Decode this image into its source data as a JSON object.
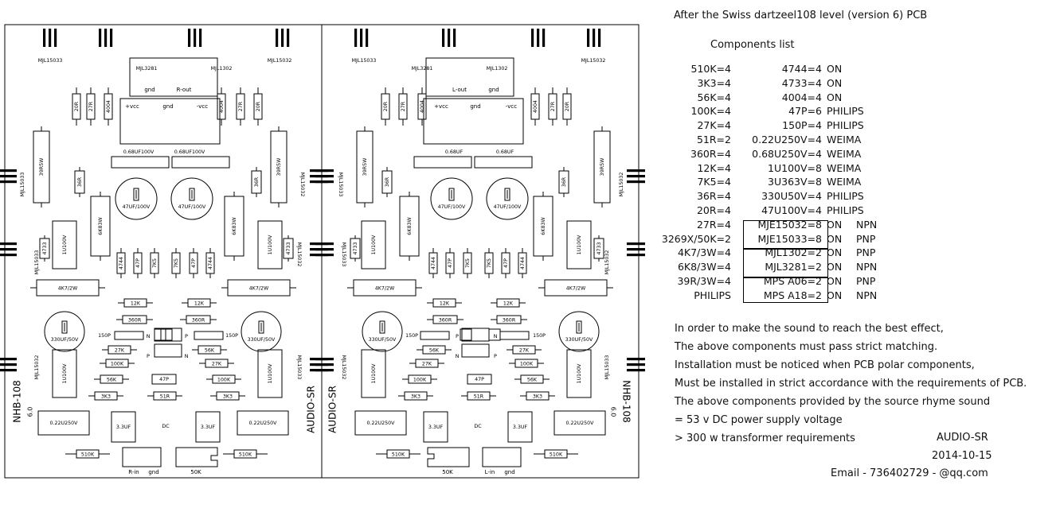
{
  "pcb_left": {
    "top_transistors": [
      "MJL15033",
      "MJL3281",
      "MJL1302",
      "MJL15032"
    ],
    "connector_top": [
      "gnd",
      "R-out"
    ],
    "vcc_labels": [
      "+vcc",
      "gnd",
      "-vcc"
    ],
    "caps_068": [
      "0.68UF100V",
      "0.68UF100V"
    ],
    "small_res": [
      "20R",
      "27R",
      "4004",
      "4004",
      "27R",
      "20R"
    ],
    "big_res": [
      "39R5W",
      "39R5W"
    ],
    "res_36r": [
      "36R",
      "36R"
    ],
    "side_transistors": [
      "MJL15033",
      "MJL15032",
      "MJL15033",
      "MJL15032",
      "MJL15032",
      "MJL15033"
    ],
    "res_6k8": [
      "6K83W",
      "6K83W"
    ],
    "electro_47": [
      "47UF/100V",
      "47UF/100V"
    ],
    "film_1u": [
      "1U100V",
      "1U100V",
      "1U100V",
      "1U100V"
    ],
    "t4733": [
      "4733",
      "4733"
    ],
    "diff_parts": [
      "4744",
      "47P",
      "7K5",
      "7K5",
      "47P",
      "4744"
    ],
    "res_4k7": [
      "4K7/2W",
      "4K7/2W"
    ],
    "r12k": [
      "12K",
      "12K"
    ],
    "r360": [
      "360R",
      "360R"
    ],
    "electro_330": [
      "330UF/50V",
      "330UF/50V"
    ],
    "p150": [
      "150P",
      "150P"
    ],
    "np": [
      "N",
      "P",
      "P",
      "N"
    ],
    "r27k": [
      "27K",
      "27K"
    ],
    "r56k": [
      "56K",
      "56K"
    ],
    "r100k": [
      "100K",
      "100K"
    ],
    "mid": [
      "47P",
      "51R",
      "3K3",
      "3K3"
    ],
    "caps_022": [
      "0.22U250V",
      "0.22U250V"
    ],
    "caps_33": [
      "3.3UF",
      "3.3UF"
    ],
    "dc": "DC",
    "r510k": [
      "510K",
      "510K"
    ],
    "input": [
      "R-in",
      "gnd"
    ],
    "pot": "50K",
    "side_left": "NHB-108",
    "side_left_ver": "6.0",
    "side_right": "AUDIO-SR"
  },
  "pcb_right": {
    "top_transistors": [
      "MJL15032",
      "MJL1302",
      "MJL3281",
      "MJL15033"
    ],
    "connector_top": [
      "gnd",
      "L-out"
    ],
    "vcc_labels": [
      "-vcc",
      "gnd",
      "+vcc"
    ],
    "caps_068": [
      "0.68UF",
      "0.68UF"
    ],
    "small_res": [
      "20R",
      "27R",
      "4004",
      "4004",
      "27R",
      "20R"
    ],
    "big_res": [
      "39R5W",
      "39R5W"
    ],
    "res_36r": [
      "36R",
      "36R"
    ],
    "side_transistors": [
      "MJL15032",
      "MJL15033",
      "MJL15032",
      "MJL15033",
      "MJL15033",
      "MJL15032"
    ],
    "res_6k8": [
      "6K83W",
      "6K83W"
    ],
    "electro_47": [
      "47UF/100V",
      "47UF/100V"
    ],
    "film_1u": [
      "1U100V",
      "1U100V",
      "1U100V",
      "1U100V"
    ],
    "t4733": [
      "4733",
      "4733"
    ],
    "diff_parts": [
      "4744",
      "47P",
      "7K5",
      "7K5",
      "47P",
      "4744"
    ],
    "res_4k7": [
      "4K7/2W",
      "4K7/2W"
    ],
    "r12k": [
      "12K",
      "12K"
    ],
    "r360": [
      "360R",
      "360R"
    ],
    "electro_330": [
      "330UF/50V",
      "330UF/50V"
    ],
    "p150": [
      "150P",
      "150P"
    ],
    "np": [
      "N",
      "P",
      "P",
      "N"
    ],
    "r27k": [
      "27K",
      "27K"
    ],
    "r56k": [
      "56K",
      "56K"
    ],
    "r100k": [
      "100K",
      "100K"
    ],
    "mid": [
      "47P",
      "51R",
      "3K3",
      "3K3"
    ],
    "caps_022": [
      "0.22U250V",
      "0.22U250V"
    ],
    "caps_33": [
      "3.3UF",
      "3.3UF"
    ],
    "dc": "DC",
    "r510k": [
      "510K",
      "510K"
    ],
    "input": [
      "gnd",
      "L-in"
    ],
    "pot": "50K",
    "side_left": "AUDIO-SR",
    "side_right": "NHB-108",
    "side_right_ver": "6.0"
  },
  "info": {
    "title": "After the Swiss dartzeel108 level (version 6) PCB",
    "components_heading": "Components list",
    "rows": [
      {
        "left": "510K=4",
        "mid": "4744=4",
        "brand": "ON",
        "type": ""
      },
      {
        "left": "3K3=4",
        "mid": "4733=4",
        "brand": "ON",
        "type": ""
      },
      {
        "left": "56K=4",
        "mid": "4004=4",
        "brand": "ON",
        "type": ""
      },
      {
        "left": "100K=4",
        "mid": "47P=6",
        "brand": "PHILIPS",
        "type": ""
      },
      {
        "left": "27K=4",
        "mid": "150P=4",
        "brand": "PHILIPS",
        "type": ""
      },
      {
        "left": "51R=2",
        "mid": "0.22U250V=4",
        "brand": "WEIMA",
        "type": ""
      },
      {
        "left": "360R=4",
        "mid": "0.68U250V=4",
        "brand": "WEIMA",
        "type": ""
      },
      {
        "left": "12K=4",
        "mid": "1U100V=8",
        "brand": "WEIMA",
        "type": ""
      },
      {
        "left": "7K5=4",
        "mid": "3U363V=8",
        "brand": "WEIMA",
        "type": ""
      },
      {
        "left": "36R=4",
        "mid": "330U50V=4",
        "brand": "PHILIPS",
        "type": ""
      },
      {
        "left": "20R=4",
        "mid": "47U100V=4",
        "brand": "PHILIPS",
        "type": ""
      },
      {
        "left": "27R=4",
        "mid": "MJE15032=8",
        "brand": "ON",
        "type": "NPN"
      },
      {
        "left": "3269X/50K=2",
        "mid": "MJE15033=8",
        "brand": "ON",
        "type": "PNP"
      },
      {
        "left": "4K7/3W=4",
        "mid": "MJL1302=2",
        "brand": "ON",
        "type": "PNP"
      },
      {
        "left": "6K8/3W=4",
        "mid": "MJL3281=2",
        "brand": "ON",
        "type": "NPN"
      },
      {
        "left": "39R/3W=4",
        "mid": "MPS A06=2",
        "brand": "ON",
        "type": "PNP"
      },
      {
        "left": "PHILIPS",
        "mid": "MPS A18=2",
        "brand": "ON",
        "type": "NPN"
      }
    ],
    "notes": [
      "In order to make the sound to reach the best effect,",
      "The above components must pass strict matching.",
      "Installation must be noticed when PCB polar components,",
      "Must be installed in strict accordance with the requirements of PCB.",
      "The above components provided by the source rhyme sound",
      "= 53 v DC power supply voltage",
      "> 300 w transformer requirements"
    ],
    "author": "AUDIO-SR",
    "date": "2014-10-15",
    "email": "Email - 736402729 - @qq.com"
  }
}
